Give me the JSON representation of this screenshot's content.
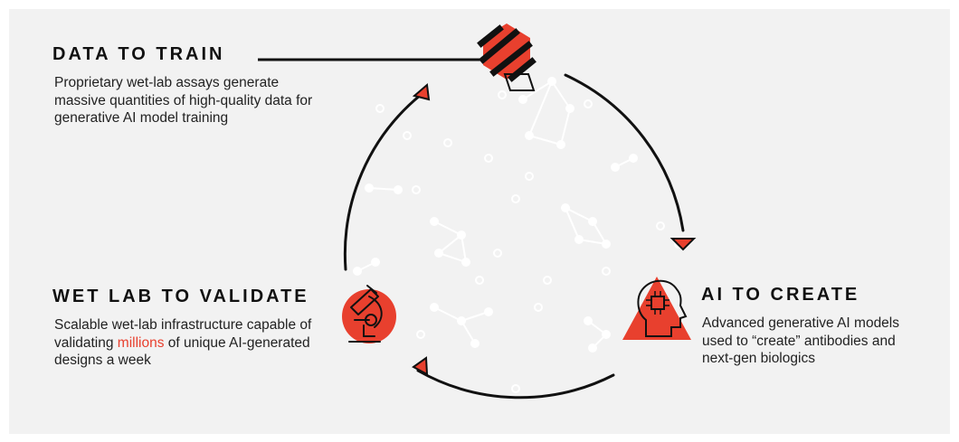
{
  "colors": {
    "accent": "#e8402e",
    "ink": "#111111",
    "background": "#f2f2f2",
    "network": "#ffffff"
  },
  "steps": {
    "data": {
      "heading": "DATA TO TRAIN",
      "description": "Proprietary wet-lab assays generate massive quantities of high-quality data for generative AI model training",
      "icon": "hexagon-data-icon"
    },
    "ai": {
      "heading": "AI TO CREATE",
      "description": "Advanced generative AI models used to “create” antibodies and next-gen biologics",
      "icon": "head-chip-icon"
    },
    "lab": {
      "heading": "WET LAB TO VALIDATE",
      "description_before": "Scalable wet-lab infrastructure capable of validating ",
      "description_highlight": "millions",
      "description_after": " of unique AI-generated designs a week",
      "icon": "microscope-icon"
    }
  }
}
